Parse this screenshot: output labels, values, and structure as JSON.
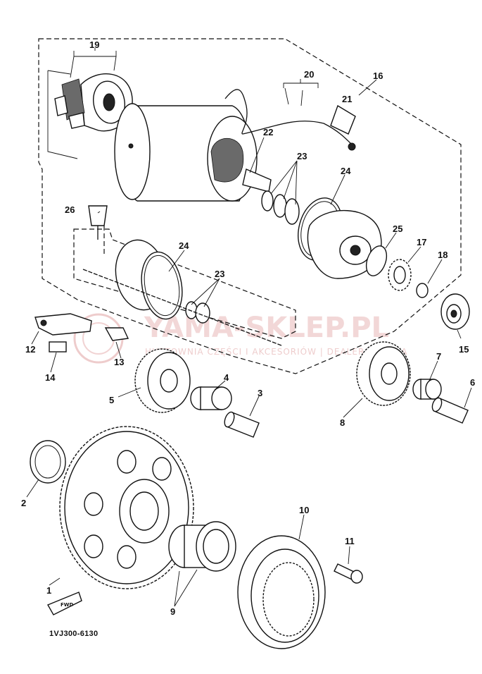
{
  "diagram": {
    "part_code": "1VJ300-6130",
    "forward_label": "FWD",
    "watermark": {
      "main": "YAMA-SKLEP.PL",
      "sub": "HURTOWNIA CZĘŚCI I AKCESORIÓW | DEALER YAMAHA"
    },
    "callouts": [
      "1",
      "2",
      "3",
      "4",
      "5",
      "6",
      "7",
      "8",
      "9",
      "10",
      "11",
      "12",
      "13",
      "14",
      "15",
      "16",
      "17",
      "18",
      "19",
      "20",
      "21",
      "22",
      "23",
      "24",
      "25",
      "26"
    ]
  }
}
